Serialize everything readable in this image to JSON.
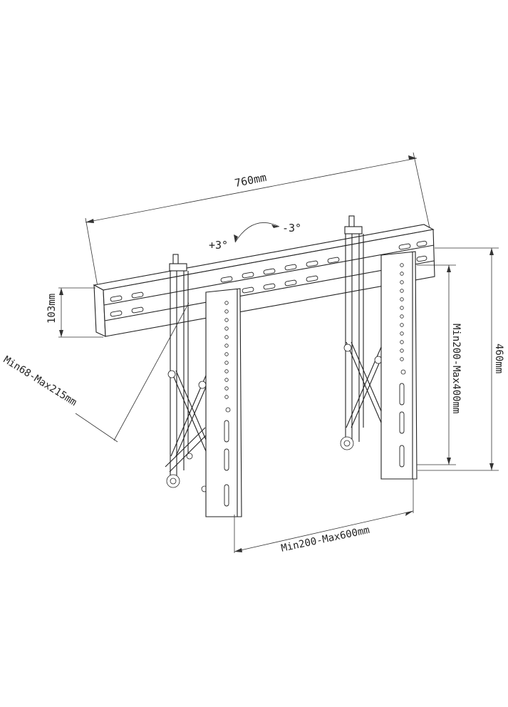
{
  "diagram": {
    "dimensions": {
      "rail_width": "760mm",
      "rail_height": "103mm",
      "depth": "Min68-Max215mm",
      "arm_vertical": "Min200-Max400mm",
      "overall_height": "460mm",
      "arm_spacing": "Min200-Max600mm"
    },
    "tilt": {
      "positive": "+3°",
      "negative": "-3°"
    }
  }
}
